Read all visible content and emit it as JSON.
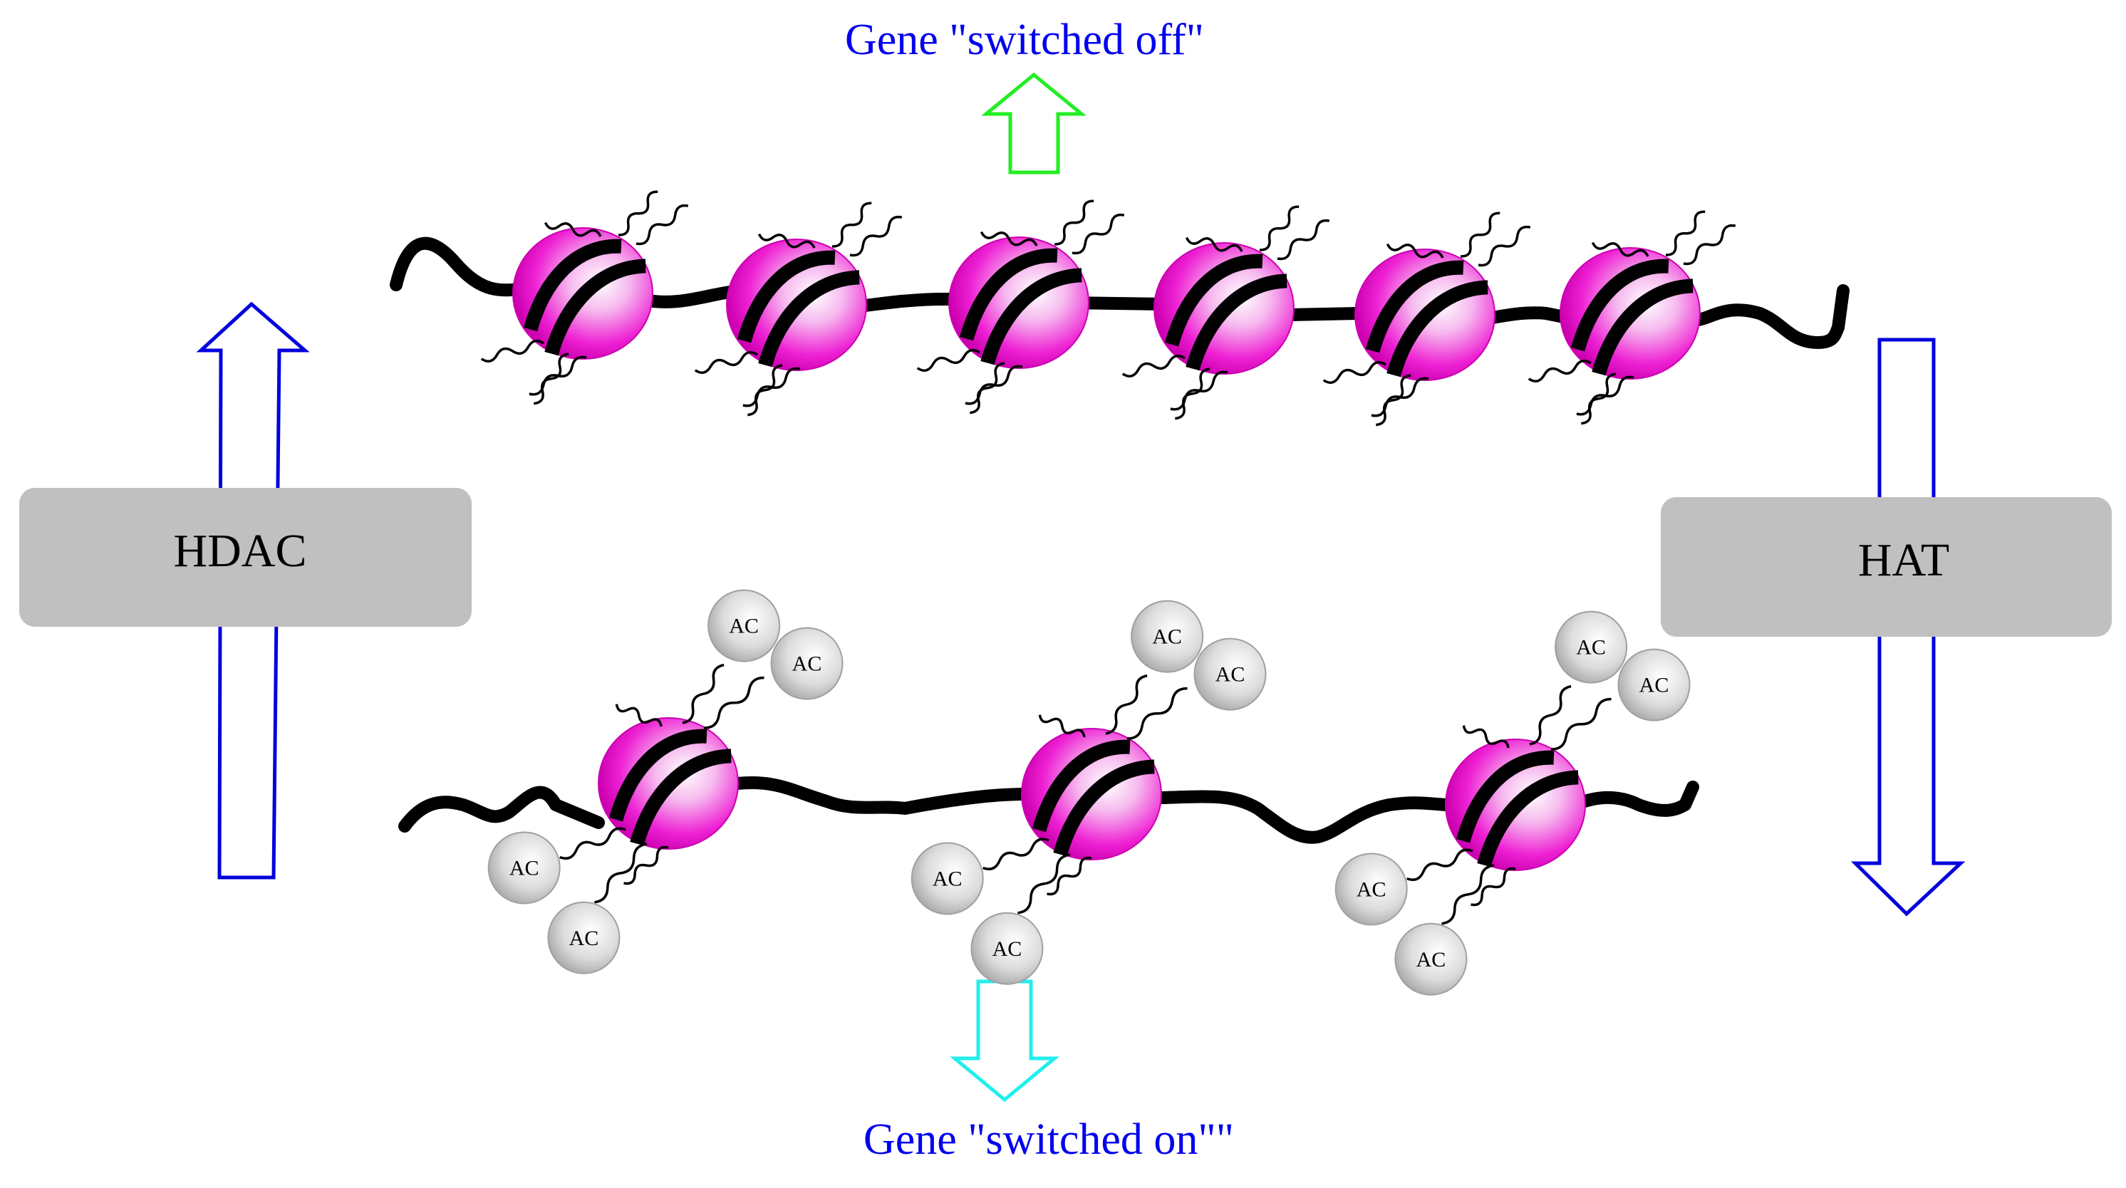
{
  "captions": {
    "top": "Gene \"switched off\"",
    "bottom": "Gene \"switched on\"\""
  },
  "enzymes": {
    "left": "HDAC",
    "right": "HAT"
  },
  "acetyl_label": "AC",
  "colors": {
    "caption_text": "#0000ee",
    "side_arrows": "#0000dd",
    "arrow_off": "#22ee22",
    "arrow_on": "#22eeee",
    "enzyme_box": "#c0c0c0",
    "nucleosome": "#ee00cc",
    "dna": "#000000",
    "acetyl_group": "#c8c8c8"
  },
  "top_strand": {
    "state": "deacetylated",
    "nucleosome_count": 6
  },
  "bottom_strand": {
    "state": "acetylated",
    "nucleosome_count": 3,
    "acetyl_groups_per_nucleosome": 4
  }
}
